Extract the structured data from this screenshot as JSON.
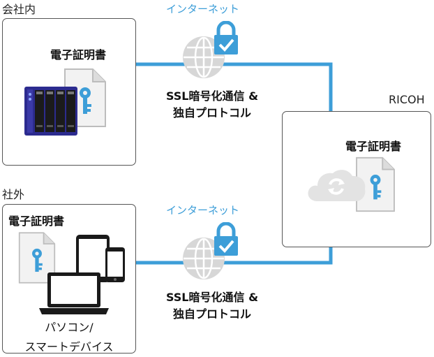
{
  "colors": {
    "line": "#3d9ed8",
    "lock": "#3d9ed8",
    "border": "#555555"
  },
  "office": {
    "label": "会社内",
    "cert_label": "電子証明書",
    "icons": [
      "nas-server-icon",
      "certificate-key-icon"
    ]
  },
  "outside": {
    "label": "社外",
    "cert_label": "電子証明書",
    "device_label_line1": "パソコン/",
    "device_label_line2": "スマートデバイス",
    "icons": [
      "certificate-key-icon",
      "laptop-icon",
      "tablet-icon",
      "smartphone-icon"
    ]
  },
  "ricoh": {
    "label": "RICOH",
    "cert_label": "電子証明書",
    "icons": [
      "cloud-sync-icon",
      "certificate-key-icon"
    ]
  },
  "connections": [
    {
      "network_label": "インターネット",
      "protocol_line1": "SSL暗号化通信 &",
      "protocol_line2": "独自プロトコル",
      "icons": [
        "globe-icon",
        "lock-check-icon"
      ]
    },
    {
      "network_label": "インターネット",
      "protocol_line1": "SSL暗号化通信 &",
      "protocol_line2": "独自プロトコル",
      "icons": [
        "globe-icon",
        "lock-check-icon"
      ]
    }
  ]
}
